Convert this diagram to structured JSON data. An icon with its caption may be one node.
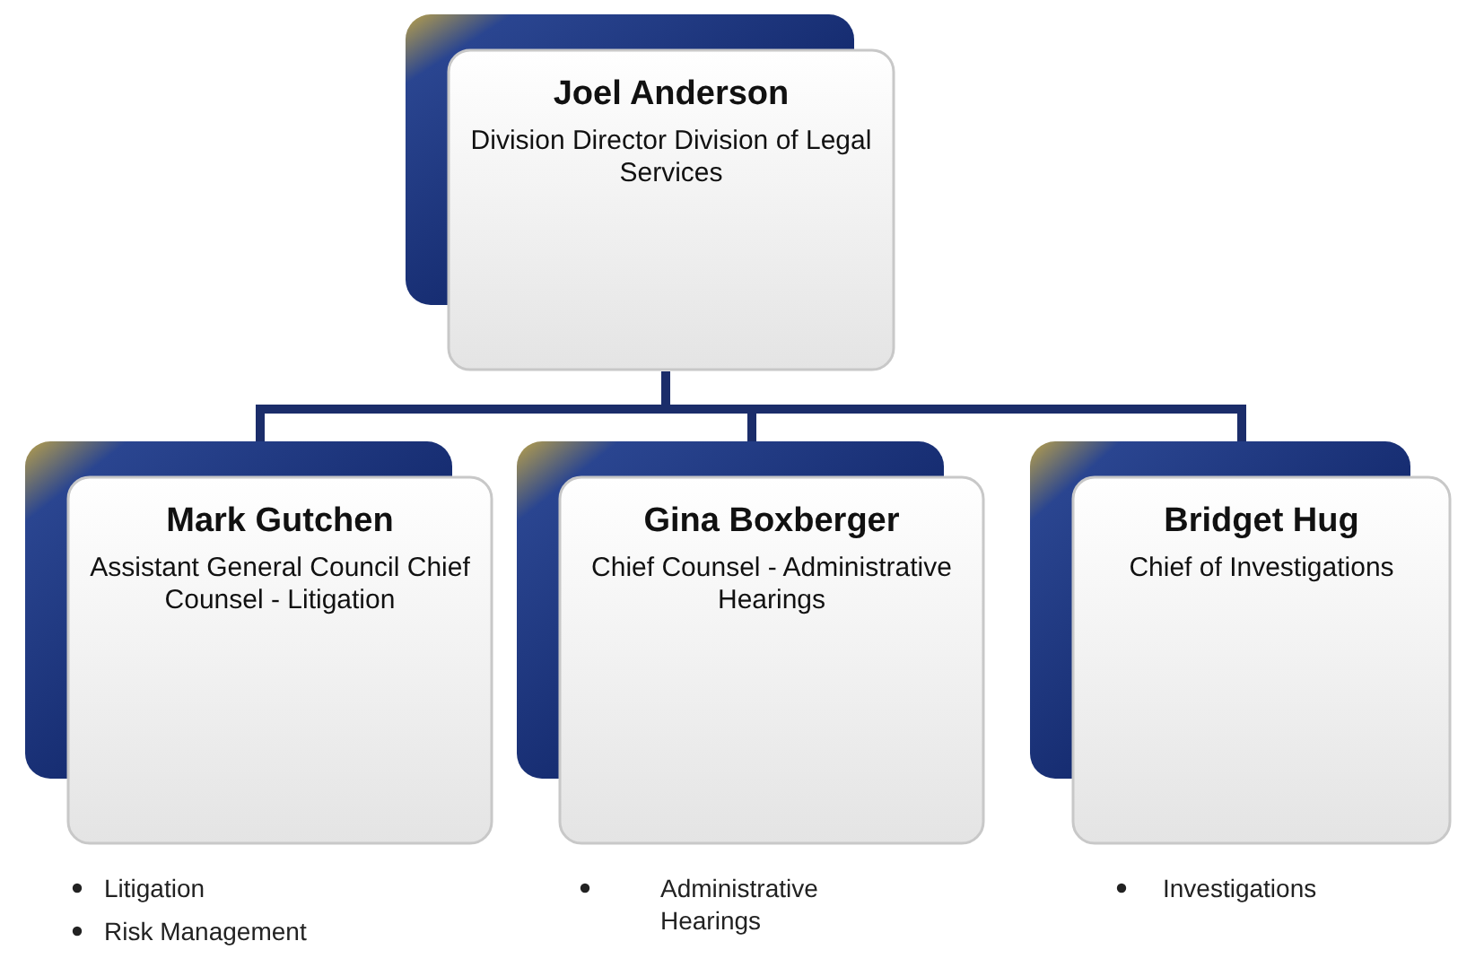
{
  "diagram": {
    "nodes": [
      {
        "text": [
          "Joel Anderson",
          "Division Director Division of Legal Services"
        ]
      },
      {
        "text": [
          "Mark Gutchen",
          "Assistant General Council Chief Counsel - Litigation"
        ]
      },
      {
        "text": [
          "Gina Boxberger",
          "Chief Counsel - Administrative Hearings"
        ]
      },
      {
        "text": [
          "Bridget Hug",
          "Chief of Investigations"
        ]
      }
    ],
    "edges": [
      {
        "from": 0,
        "to": 1,
        "arrow": "none"
      },
      {
        "from": 0,
        "to": 2,
        "arrow": "none"
      },
      {
        "from": 0,
        "to": 3,
        "arrow": "none"
      }
    ],
    "labels": [
      "Litigation",
      "Risk Management",
      "Administrative Hearings",
      "Investigations"
    ]
  }
}
